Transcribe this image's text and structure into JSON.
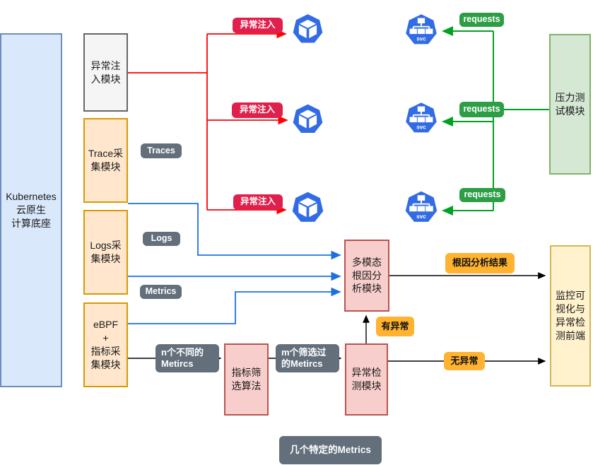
{
  "diagram_title": "Kubernetes cloud-native observability and root-cause-analysis architecture",
  "colors": {
    "red_line": "#ff0000",
    "red_badge": "#e0204c",
    "blue_line": "#1d70e2",
    "green_line": "#00a221",
    "green_badge": "#2d9e46",
    "gray_badge": "#636f7b",
    "orange_badge": "#ffb331",
    "k8s_icon_blue": "#326ce5",
    "box_blue": "#dae8fc",
    "box_peach": "#ffe6cc",
    "box_green": "#d5e8d4",
    "box_yellow": "#fff2cc",
    "box_pink": "#f8cecc",
    "box_gray": "#f5f5f5"
  },
  "left_column": {
    "k8s_base": "Kubernetes\n云原生\n计算底座",
    "fault_injection_module": "异常注\n入模块",
    "trace_module": "Trace采\n集模块",
    "logs_module": "Logs采\n集模块",
    "ebpf_module": "eBPF\n+\n指标采\n集模块"
  },
  "flow_labels": {
    "traces": "Traces",
    "logs": "Logs",
    "metrics": "Metrics"
  },
  "fault_badges": [
    "异常注入",
    "异常注入",
    "异常注入"
  ],
  "request_badges": [
    "requests",
    "requests",
    "requests"
  ],
  "icons": {
    "pod": "kubernetes-pod-icon",
    "svc": "kubernetes-service-icon",
    "svc_label": "svc"
  },
  "center": {
    "rca_module": "多模态\n根因分\n析模块",
    "metric_filter_module": "指标筛\n选算法",
    "anomaly_detect_module": "异常检\n测模块"
  },
  "right_column": {
    "load_test_module": "压力测\n试模块",
    "frontend_module": "监控可\n视化与\n异常检\n测前端"
  },
  "result_badges": {
    "rca_result": "根因分析结果",
    "has_anomaly": "有异常",
    "no_anomaly": "无异常"
  },
  "metric_badges": {
    "n_metrics": "n个不同的\nMetircs",
    "m_metrics": "m个筛选过\n的Metircs",
    "specific_metrics": "几个特定的Metrics"
  }
}
